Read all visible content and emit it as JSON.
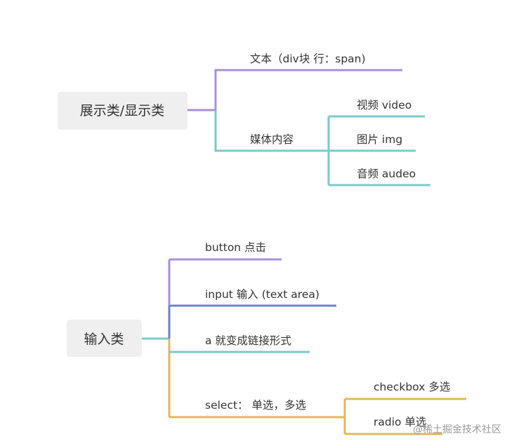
{
  "colors": {
    "purple": "#a98fd8",
    "teal": "#7ec8c8",
    "blue": "#6f7fcf",
    "gold": "#e0b85a",
    "root_bg": "#efefef",
    "text": "#333333"
  },
  "group1": {
    "root": "展示类/显示类",
    "branch_text": "文本（div块   行：span)",
    "branch_media": "媒体内容",
    "media_items": [
      "视频 video",
      "图片 img",
      "音频 audeo"
    ]
  },
  "group2": {
    "root": "输入类",
    "branch_button": "button 点击",
    "branch_input": "input 输入 (text area)",
    "branch_link": "a 就变成链接形式",
    "branch_select": "select： 单选，多选",
    "select_items": [
      "checkbox 多选",
      "radio  单选"
    ]
  },
  "watermark": "@稀土掘金技术社区"
}
